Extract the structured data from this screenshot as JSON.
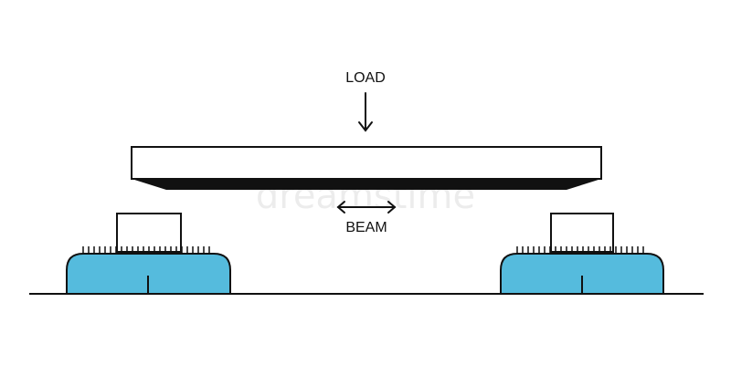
{
  "labels": {
    "load": "LOAD",
    "beam": "BEAM"
  },
  "watermark": {
    "text": "dreamstime"
  },
  "colors": {
    "ink": "#111111",
    "support_fill": "#55BBDD",
    "background": "#ffffff"
  },
  "support_count": 2
}
